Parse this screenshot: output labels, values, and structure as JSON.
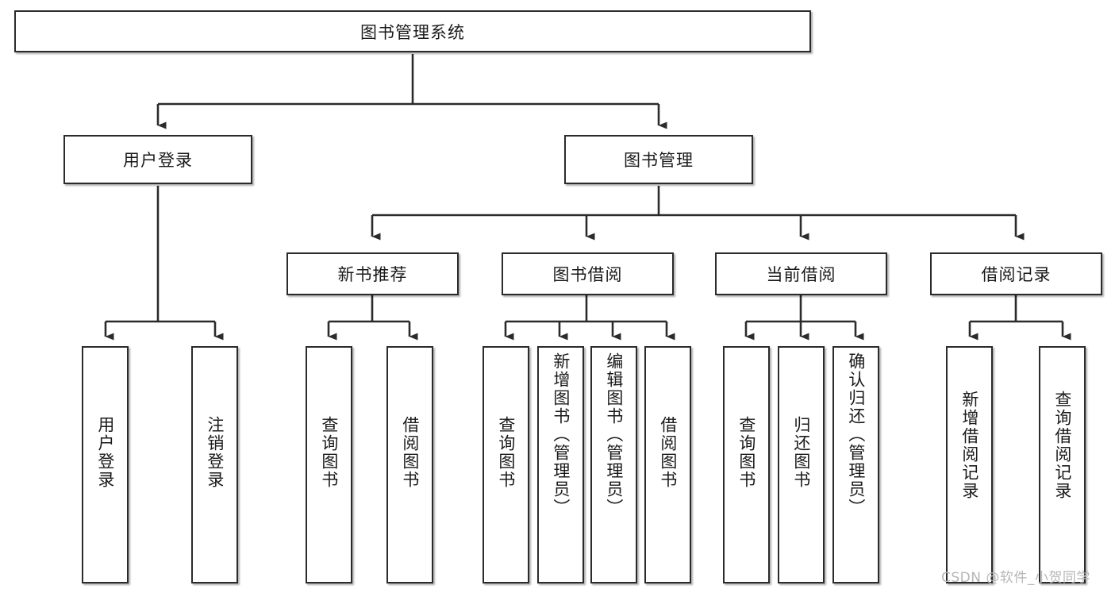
{
  "diagram": {
    "type": "tree",
    "title": "图书管理系统",
    "root": {
      "id": "root",
      "label": "图书管理系统",
      "orientation": "horizontal"
    },
    "level2": [
      {
        "id": "user-login",
        "label": "用户登录",
        "orientation": "horizontal"
      },
      {
        "id": "book-manage",
        "label": "图书管理",
        "orientation": "horizontal"
      }
    ],
    "level3": [
      {
        "id": "new-book-rec",
        "label": "新书推荐",
        "orientation": "horizontal",
        "parent": "book-manage"
      },
      {
        "id": "book-borrow",
        "label": "图书借阅",
        "orientation": "horizontal",
        "parent": "book-manage"
      },
      {
        "id": "current-borrow",
        "label": "当前借阅",
        "orientation": "horizontal",
        "parent": "book-manage"
      },
      {
        "id": "borrow-record",
        "label": "借阅记录",
        "orientation": "horizontal",
        "parent": "book-manage"
      }
    ],
    "leaves": [
      {
        "id": "leaf-user-login",
        "label": "用户登录",
        "parent": "user-login",
        "orientation": "vertical"
      },
      {
        "id": "leaf-user-logout",
        "label": "注销登录",
        "parent": "user-login",
        "orientation": "vertical"
      },
      {
        "id": "leaf-rec-query",
        "label": "查询图书",
        "parent": "new-book-rec",
        "orientation": "vertical"
      },
      {
        "id": "leaf-rec-borrow",
        "label": "借阅图书",
        "parent": "new-book-rec",
        "orientation": "vertical"
      },
      {
        "id": "leaf-borrow-query",
        "label": "查询图书",
        "parent": "book-borrow",
        "orientation": "vertical"
      },
      {
        "id": "leaf-borrow-add",
        "label": "新增图书（管理员）",
        "parent": "book-borrow",
        "orientation": "vertical"
      },
      {
        "id": "leaf-borrow-edit",
        "label": "编辑图书（管理员）",
        "parent": "book-borrow",
        "orientation": "vertical"
      },
      {
        "id": "leaf-borrow-lend",
        "label": "借阅图书",
        "parent": "book-borrow",
        "orientation": "vertical"
      },
      {
        "id": "leaf-cur-query",
        "label": "查询图书",
        "parent": "current-borrow",
        "orientation": "vertical"
      },
      {
        "id": "leaf-cur-return",
        "label": "归还图书",
        "parent": "current-borrow",
        "orientation": "vertical"
      },
      {
        "id": "leaf-cur-confirm",
        "label": "确认归还（管理员）",
        "parent": "current-borrow",
        "orientation": "vertical"
      },
      {
        "id": "leaf-rec-add",
        "label": "新增借阅记录",
        "parent": "borrow-record",
        "orientation": "vertical"
      },
      {
        "id": "leaf-rec-search",
        "label": "查询借阅记录",
        "parent": "borrow-record",
        "orientation": "vertical"
      }
    ]
  },
  "watermark": {
    "text": "CSDN @软件_小贺同学"
  },
  "colors": {
    "border": "#2b2b2b",
    "text": "#1a1a1a",
    "background": "#ffffff",
    "watermark": "#b6b6b6"
  }
}
